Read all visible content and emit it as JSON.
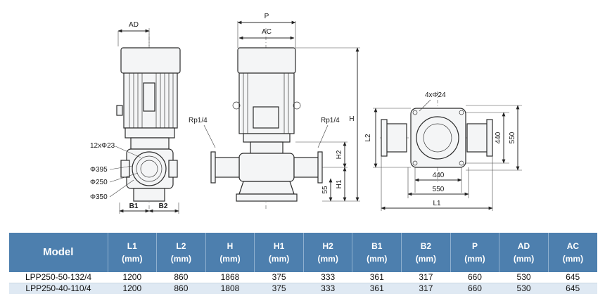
{
  "drawing": {
    "side_view": {
      "ad_label": "AD",
      "bolts_label": "12xΦ23",
      "d1_label": "Φ395",
      "d2_label": "Φ250",
      "d3_label": "Φ350",
      "b1_label": "B1",
      "b2_label": "B2"
    },
    "front_view": {
      "p_label": "P",
      "ac_label": "AC",
      "h_label": "H",
      "h1_label": "H1",
      "h2_label": "H2",
      "dim_55": "55",
      "port_left": "Rp1/4",
      "port_right": "Rp1/4"
    },
    "plan_view": {
      "holes_label": "4xΦ24",
      "l1_label": "L1",
      "l2_label": "L2",
      "dim_440_h": "440",
      "dim_550_h": "550",
      "dim_440_v": "440",
      "dim_550_v": "550"
    }
  },
  "table": {
    "headers": [
      {
        "name": "Model",
        "unit": ""
      },
      {
        "name": "L1",
        "unit": "(mm)"
      },
      {
        "name": "L2",
        "unit": "(mm)"
      },
      {
        "name": "H",
        "unit": "(mm)"
      },
      {
        "name": "H1",
        "unit": "(mm)"
      },
      {
        "name": "H2",
        "unit": "(mm)"
      },
      {
        "name": "B1",
        "unit": "(mm)"
      },
      {
        "name": "B2",
        "unit": "(mm)"
      },
      {
        "name": "P",
        "unit": "(mm)"
      },
      {
        "name": "AD",
        "unit": "(mm)"
      },
      {
        "name": "AC",
        "unit": "(mm)"
      }
    ],
    "rows": [
      [
        "LPP250-50-132/4",
        "1200",
        "860",
        "1868",
        "375",
        "333",
        "361",
        "317",
        "660",
        "530",
        "645"
      ],
      [
        "LPP250-40-110/4",
        "1200",
        "860",
        "1808",
        "375",
        "333",
        "361",
        "317",
        "660",
        "530",
        "645"
      ]
    ]
  }
}
